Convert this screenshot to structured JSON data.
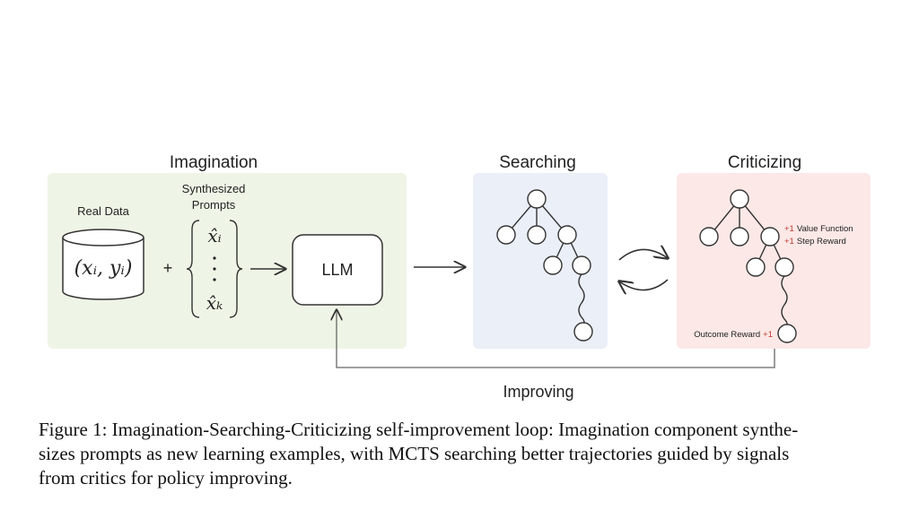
{
  "figure": {
    "sections": {
      "imagination": "Imagination",
      "searching": "Searching",
      "criticizing": "Criticizing",
      "improving": "Improving"
    },
    "real_data_label": "Real Data",
    "real_data_formula": "(xᵢ, yᵢ)",
    "plus": "+",
    "synth_label_line1": "Synthesized",
    "synth_label_line2": "Prompts",
    "synth_top": "x̂ᵢ",
    "synth_bottom": "x̂ₖ",
    "llm_label": "LLM",
    "rewards": {
      "value_sign": "+1",
      "value_text": "Value Function",
      "step_sign": "+1",
      "step_text": "Step Reward",
      "outcome_text": "Outcome Reward",
      "outcome_sign": "+1"
    },
    "colors": {
      "imagination_bg": "#eef5e6",
      "searching_bg": "#eaeff8",
      "criticizing_bg": "#fbe8e7",
      "reward_red": "#c0392b"
    }
  },
  "caption": {
    "line1": "Figure 1: Imagination-Searching-Criticizing self-improvement loop: Imagination component synthe-",
    "line2": "sizes prompts as new learning examples, with MCTS searching better trajectories guided by signals",
    "line3": "from critics for policy improving."
  }
}
